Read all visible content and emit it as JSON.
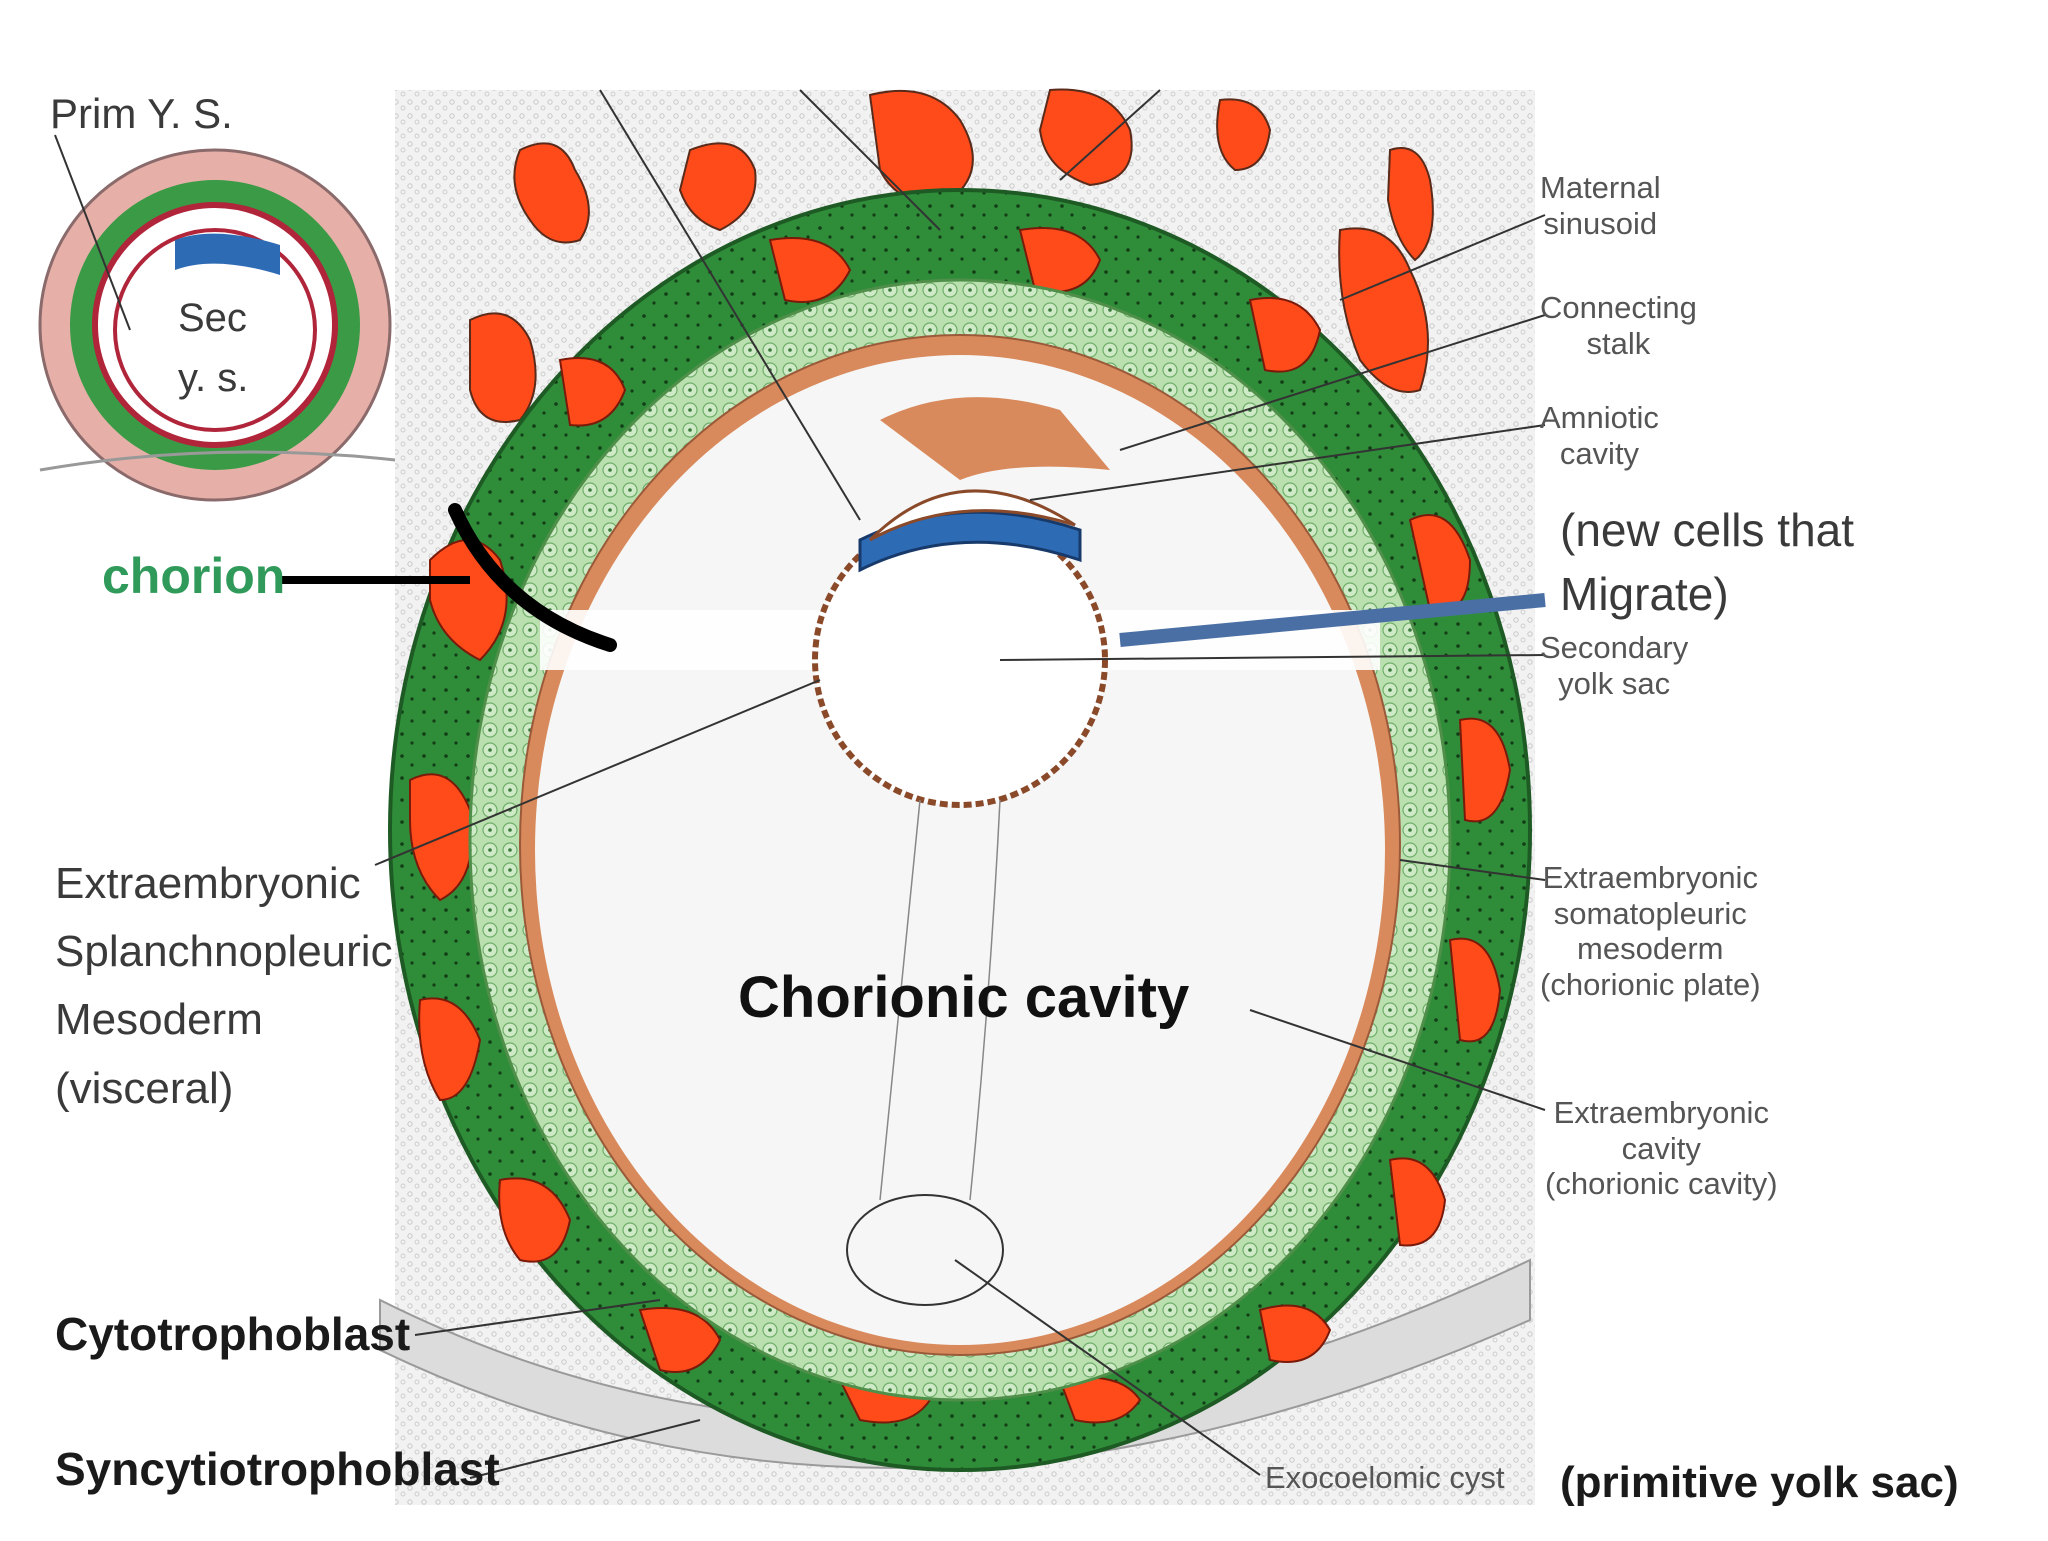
{
  "colors": {
    "maternal_red": "#ff4a1a",
    "outer_green": "#2f8d3a",
    "inner_green": "#a8d8a0",
    "tan_layer": "#d98a5c",
    "amnion_blue": "#2e6bb5",
    "chorion_label": "#2f9a5a",
    "pointer_blue": "#4a6fa5",
    "background_stipple": "#e2e2e2"
  },
  "inset": {
    "prim_ys": "Prim Y. S.",
    "sec_line1": "Sec",
    "sec_line2": "y. s."
  },
  "labels": {
    "chorion": "chorion",
    "maternal_sinusoid": [
      "Maternal",
      "sinusoid"
    ],
    "connecting_stalk": [
      "Connecting",
      "stalk"
    ],
    "amniotic_cavity": [
      "Amniotic",
      "cavity"
    ],
    "new_cells": [
      "(new cells that",
      "Migrate)"
    ],
    "secondary_yolk_sac": [
      "Secondary",
      "yolk sac"
    ],
    "extraembryonic_splanchnopleuric": [
      "Extraembryonic",
      "Splanchnopleuric",
      "Mesoderm",
      "(visceral)"
    ],
    "extraembryonic_somatopleuric": [
      "Extraembryonic",
      "somatopleuric",
      "mesoderm",
      "(chorionic plate)"
    ],
    "extraembryonic_cavity": [
      "Extraembryonic",
      "cavity",
      "(chorionic cavity)"
    ],
    "chorionic_cavity": "Chorionic cavity",
    "cytotrophoblast": "Cytotrophoblast",
    "syncytiotrophoblast": "Syncytiotrophoblast",
    "exocoelomic_cyst": "Exocoelomic cyst",
    "primitive_yolk_sac": "(primitive yolk sac)"
  }
}
